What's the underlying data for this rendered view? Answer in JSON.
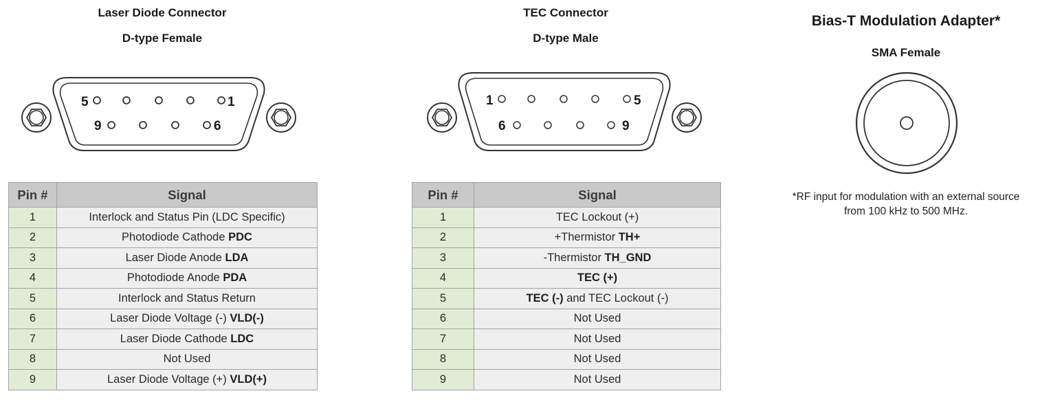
{
  "laser": {
    "title": "Laser Diode Connector",
    "subtitle": "D-type Female",
    "pin_labels": {
      "p5": "5",
      "p1": "1",
      "p9": "9",
      "p6": "6"
    },
    "table": {
      "col_pin": "Pin #",
      "col_signal": "Signal",
      "rows": [
        {
          "pin": "1",
          "signal": "Interlock and Status Pin (LDC Specific)",
          "bold": ""
        },
        {
          "pin": "2",
          "signal": "Photodiode Cathode ",
          "bold": "PDC"
        },
        {
          "pin": "3",
          "signal": "Laser Diode Anode ",
          "bold": "LDA"
        },
        {
          "pin": "4",
          "signal": "Photodiode Anode ",
          "bold": "PDA"
        },
        {
          "pin": "5",
          "signal": "Interlock and Status Return",
          "bold": ""
        },
        {
          "pin": "6",
          "signal": "Laser Diode Voltage (-) ",
          "bold": "VLD(-)"
        },
        {
          "pin": "7",
          "signal": "Laser Diode Cathode ",
          "bold": "LDC"
        },
        {
          "pin": "8",
          "signal": "Not Used",
          "bold": ""
        },
        {
          "pin": "9",
          "signal": "Laser Diode Voltage (+) ",
          "bold": "VLD(+)"
        }
      ]
    }
  },
  "tec": {
    "title": "TEC Connector",
    "subtitle": "D-type Male",
    "pin_labels": {
      "p1": "1",
      "p5": "5",
      "p6": "6",
      "p9": "9"
    },
    "table": {
      "col_pin": "Pin #",
      "col_signal": "Signal",
      "rows": [
        {
          "pin": "1",
          "pre": "",
          "bold": "",
          "post": "TEC Lockout (+)"
        },
        {
          "pin": "2",
          "pre": "+Thermistor ",
          "bold": "TH+",
          "post": ""
        },
        {
          "pin": "3",
          "pre": "-Thermistor ",
          "bold": "TH_GND",
          "post": ""
        },
        {
          "pin": "4",
          "pre": "",
          "bold": "TEC (+)",
          "post": ""
        },
        {
          "pin": "5",
          "pre": "",
          "bold": "TEC (-)",
          "post": " and TEC Lockout (-)"
        },
        {
          "pin": "6",
          "pre": "",
          "bold": "",
          "post": "Not Used"
        },
        {
          "pin": "7",
          "pre": "",
          "bold": "",
          "post": "Not Used"
        },
        {
          "pin": "8",
          "pre": "",
          "bold": "",
          "post": "Not Used"
        },
        {
          "pin": "9",
          "pre": "",
          "bold": "",
          "post": "Not Used"
        }
      ]
    }
  },
  "biast": {
    "title": "Bias-T Modulation Adapter*",
    "subtitle": "SMA Female",
    "note_line1": "*RF input for modulation with an external source",
    "note_line2": "from 100 kHz to 500 MHz."
  }
}
